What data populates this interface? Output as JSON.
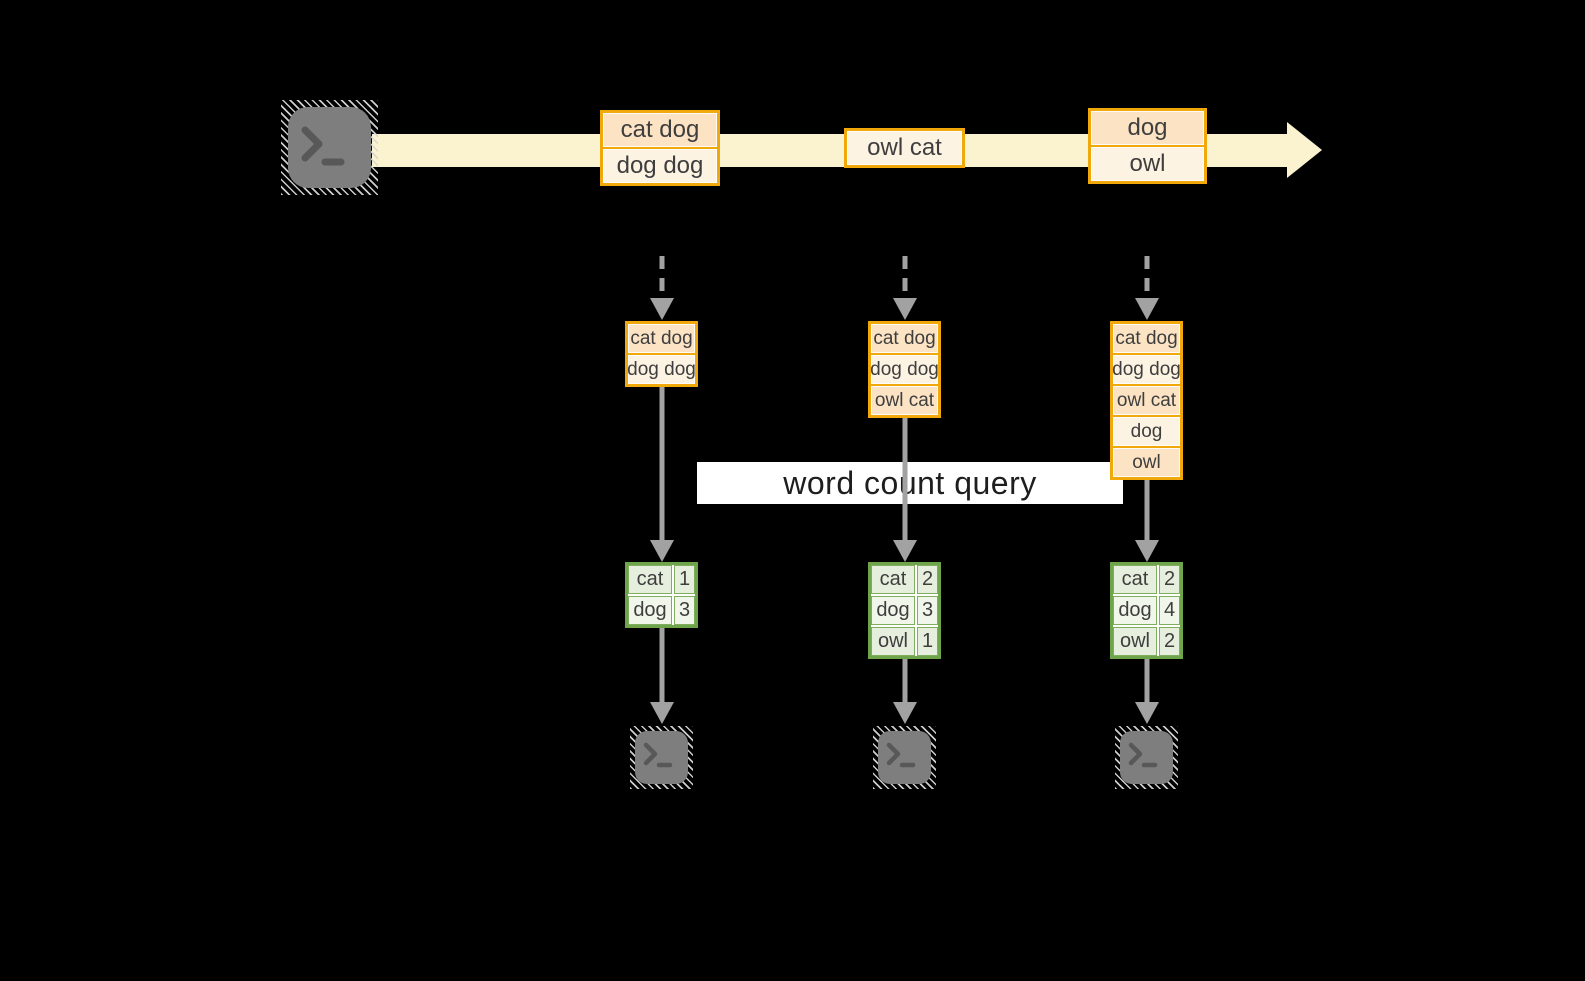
{
  "stream": {
    "source_icon": "terminal-icon",
    "batches": [
      {
        "rows": [
          "cat dog",
          "dog dog"
        ]
      },
      {
        "rows": [
          "owl cat"
        ]
      },
      {
        "rows": [
          "dog",
          "owl"
        ]
      }
    ]
  },
  "query": {
    "label": "word count query"
  },
  "states": [
    {
      "rows": [
        "cat dog",
        "dog dog"
      ]
    },
    {
      "rows": [
        "cat dog",
        "dog dog",
        "owl cat"
      ]
    },
    {
      "rows": [
        "cat dog",
        "dog dog",
        "owl cat",
        "dog",
        "owl"
      ]
    }
  ],
  "results": [
    {
      "rows": [
        {
          "word": "cat",
          "count": "1"
        },
        {
          "word": "dog",
          "count": "3"
        }
      ]
    },
    {
      "rows": [
        {
          "word": "cat",
          "count": "2"
        },
        {
          "word": "dog",
          "count": "3"
        },
        {
          "word": "owl",
          "count": "1"
        }
      ]
    },
    {
      "rows": [
        {
          "word": "cat",
          "count": "2"
        },
        {
          "word": "dog",
          "count": "4"
        },
        {
          "word": "owl",
          "count": "2"
        }
      ]
    }
  ],
  "sinks": {
    "icon": "terminal-icon"
  },
  "colors": {
    "background": "#000000",
    "stream_band": "#fbf2d0",
    "orange_border": "#f0a80a",
    "fill_peach": "#fbe3c4",
    "fill_cream": "#fdf3e3",
    "green_border": "#6fa54a",
    "green_fill_a": "#e6eedd",
    "green_fill_b": "#f1f6eb",
    "arrow_gray": "#a2a2a2",
    "terminal_gray": "#7e7e7e",
    "banner_bg": "#ffffff"
  }
}
